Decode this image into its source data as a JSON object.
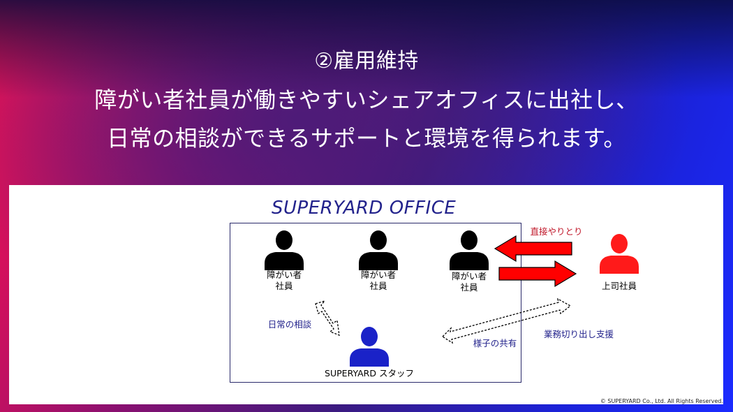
{
  "header": {
    "line1": "②雇用維持",
    "line2": "障がい者社員が働きやすいシェアオフィスに出社し、",
    "line3": "日常の相談ができるサポートと環境を得られます。"
  },
  "diagram": {
    "office_title": "SUPERYARD OFFICE",
    "employee1": {
      "line1": "障がい者",
      "line2": "社員"
    },
    "employee2": {
      "line1": "障がい者",
      "line2": "社員"
    },
    "employee3": {
      "line1": "障がい者",
      "line2": "社員"
    },
    "staff_label": "SUPERYARD スタッフ",
    "boss_label": "上司社員",
    "consult_label": "日常の相談",
    "share_label": "様子の共有",
    "direct_label": "直接やりとり",
    "support_label": "業務切り出し支援",
    "colors": {
      "employee": "#000000",
      "staff": "#1a22c8",
      "boss": "#ff1a1a",
      "arrow": "#ff0000",
      "frame": "#2a2a6a"
    }
  },
  "footer": {
    "copyright": "© SUPERYARD Co., Ltd. All  Rights  Reserved."
  }
}
